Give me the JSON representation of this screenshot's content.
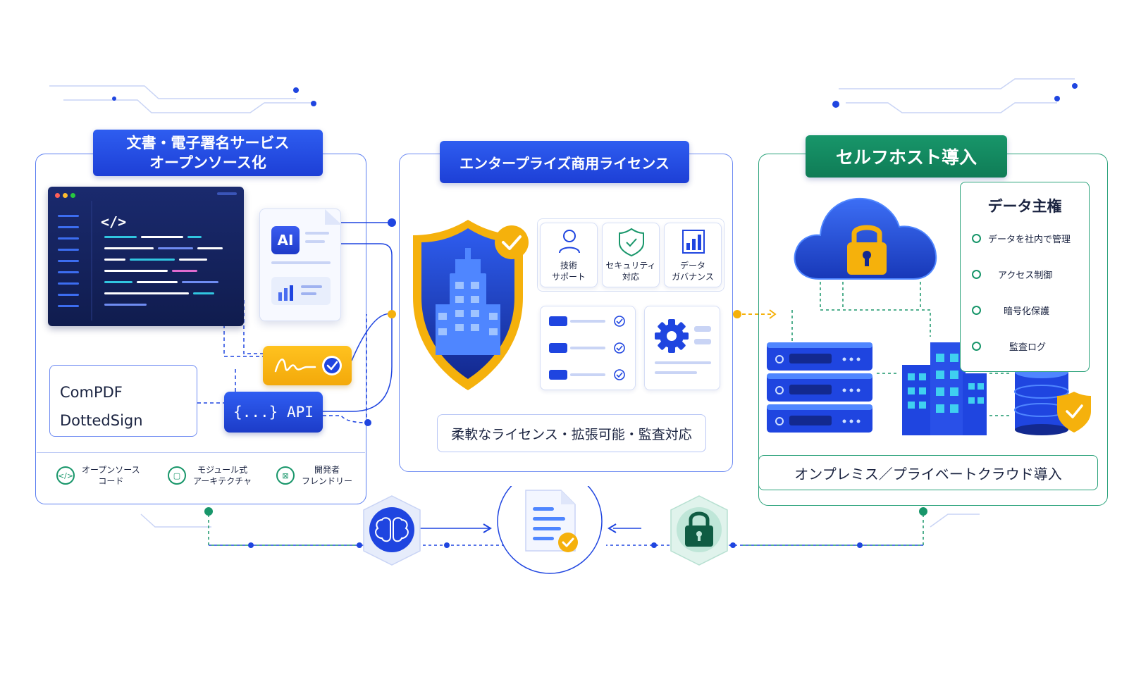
{
  "colors": {
    "primary_blue": "#1f45e0",
    "dark_navy": "#101c4e",
    "gold": "#f5b10c",
    "green": "#18966a",
    "text": "#1a2340"
  },
  "left_panel": {
    "title_line1": "文書・電子署名サービス",
    "title_line2": "オープンソース化",
    "code_tag": "</>",
    "ai_badge": "AI",
    "api_label": "{...} API",
    "products": [
      "ComPDF",
      "DottedSign"
    ],
    "features": [
      {
        "icon": "code-icon",
        "label": "オープンソース\nコード"
      },
      {
        "icon": "module-icon",
        "label": "モジュール式\nアーキテクチャ"
      },
      {
        "icon": "developer-icon",
        "label": "開発者\nフレンドリー"
      }
    ]
  },
  "middle_panel": {
    "title": "エンタープライズ商用ライセンス",
    "support_items": [
      {
        "icon": "person-icon",
        "label": "技術\nサポート"
      },
      {
        "icon": "shield-check-icon",
        "label": "セキュリティ\n対応"
      },
      {
        "icon": "bar-chart-icon",
        "label": "データ\nガバナンス"
      }
    ],
    "caption": "柔軟なライセンス・拡張可能・監査対応"
  },
  "right_panel": {
    "title": "セルフホスト導入",
    "sovereignty_title": "データ主権",
    "sovereignty_items": [
      "データを社内で管理",
      "アクセス制御",
      "暗号化保護",
      "監査ログ"
    ],
    "caption": "オンプレミス／プライベートクラウド導入"
  },
  "bottom_flow": {
    "left_icon": "brain-icon",
    "center_icon": "document-check-icon",
    "right_icon": "lock-icon"
  }
}
